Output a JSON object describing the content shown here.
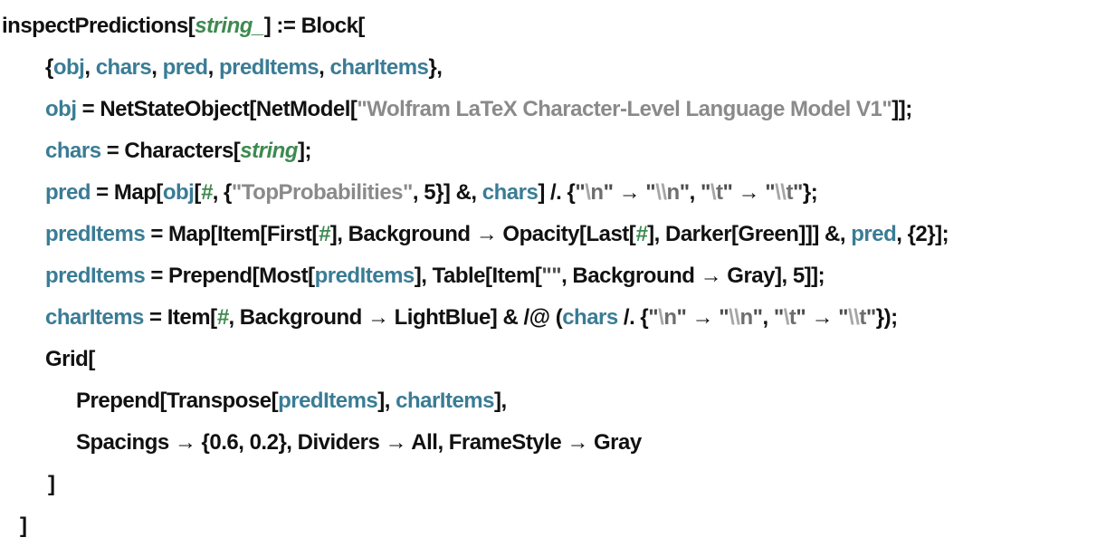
{
  "app": {
    "description": "Wolfram Language notebook input cell",
    "language": "Wolfram Language"
  },
  "colors": {
    "black": "#111111",
    "variable": "#3A7C95",
    "pattern": "#3E8A50",
    "slot": "#3E8A50",
    "string": "#8A8A8A",
    "string_quote": "#4D4D4D",
    "string_backslash": "#A6A6A6",
    "string_escape_char": "#6E6E6E",
    "background": "#FFFFFF"
  },
  "code": {
    "function_name": "inspectPredictions",
    "model_string": "Wolfram LaTeX Character-Level Language Model V1",
    "lines": [
      {
        "indent": 2,
        "tokens": [
          [
            "k",
            "inspectPredictions["
          ],
          [
            "p",
            "string_"
          ],
          [
            "k",
            "] := Block["
          ]
        ]
      },
      {
        "indent": 50,
        "tokens": [
          [
            "k",
            "{"
          ],
          [
            "v",
            "obj"
          ],
          [
            "k",
            ", "
          ],
          [
            "v",
            "chars"
          ],
          [
            "k",
            ", "
          ],
          [
            "v",
            "pred"
          ],
          [
            "k",
            ", "
          ],
          [
            "v",
            "predItems"
          ],
          [
            "k",
            ", "
          ],
          [
            "v",
            "charItems"
          ],
          [
            "k",
            "},"
          ]
        ]
      },
      {
        "indent": 50,
        "tokens": [
          [
            "v",
            "obj"
          ],
          [
            "k",
            " = NetStateObject[NetModel["
          ],
          [
            "s",
            "\"Wolfram LaTeX Character-Level Language Model V1\""
          ],
          [
            "k",
            "]];"
          ]
        ]
      },
      {
        "indent": 50,
        "tokens": [
          [
            "v",
            "chars"
          ],
          [
            "k",
            " = Characters["
          ],
          [
            "p",
            "string"
          ],
          [
            "k",
            "];"
          ]
        ]
      },
      {
        "indent": 50,
        "tokens": [
          [
            "v",
            "pred"
          ],
          [
            "k",
            " = Map["
          ],
          [
            "v",
            "obj"
          ],
          [
            "k",
            "["
          ],
          [
            "g",
            "#"
          ],
          [
            "k",
            ", {"
          ],
          [
            "s",
            "\"TopProbabilities\""
          ],
          [
            "k",
            ", 5}] &, "
          ],
          [
            "v",
            "chars"
          ],
          [
            "k",
            "] /. {"
          ],
          [
            "q",
            "\""
          ],
          [
            "e",
            "\\"
          ],
          [
            "sc",
            "n"
          ],
          [
            "q",
            "\""
          ],
          [
            "k",
            " → "
          ],
          [
            "q",
            "\""
          ],
          [
            "e",
            "\\\\"
          ],
          [
            "sc",
            "n"
          ],
          [
            "q",
            "\""
          ],
          [
            "k",
            ", "
          ],
          [
            "q",
            "\""
          ],
          [
            "e",
            "\\"
          ],
          [
            "sc",
            "t"
          ],
          [
            "q",
            "\""
          ],
          [
            "k",
            " → "
          ],
          [
            "q",
            "\""
          ],
          [
            "e",
            "\\\\"
          ],
          [
            "sc",
            "t"
          ],
          [
            "q",
            "\""
          ],
          [
            "k",
            "};"
          ]
        ]
      },
      {
        "indent": 50,
        "tokens": [
          [
            "v",
            "predItems"
          ],
          [
            "k",
            " = Map[Item[First["
          ],
          [
            "g",
            "#"
          ],
          [
            "k",
            "], Background → Opacity[Last["
          ],
          [
            "g",
            "#"
          ],
          [
            "k",
            "], Darker[Green]]] &, "
          ],
          [
            "v",
            "pred"
          ],
          [
            "k",
            ", {2}];"
          ]
        ]
      },
      {
        "indent": 50,
        "tokens": [
          [
            "v",
            "predItems"
          ],
          [
            "k",
            " = Prepend[Most["
          ],
          [
            "v",
            "predItems"
          ],
          [
            "k",
            "], Table[Item["
          ],
          [
            "q",
            "\"\""
          ],
          [
            "k",
            ", Background → Gray], 5]];"
          ]
        ]
      },
      {
        "indent": 50,
        "tokens": [
          [
            "v",
            "charItems"
          ],
          [
            "k",
            " = Item["
          ],
          [
            "g",
            "#"
          ],
          [
            "k",
            ", Background → LightBlue] & /@ ("
          ],
          [
            "v",
            "chars"
          ],
          [
            "k",
            " /. {"
          ],
          [
            "q",
            "\""
          ],
          [
            "e",
            "\\"
          ],
          [
            "sc",
            "n"
          ],
          [
            "q",
            "\""
          ],
          [
            "k",
            " → "
          ],
          [
            "q",
            "\""
          ],
          [
            "e",
            "\\\\"
          ],
          [
            "sc",
            "n"
          ],
          [
            "q",
            "\""
          ],
          [
            "k",
            ", "
          ],
          [
            "q",
            "\""
          ],
          [
            "e",
            "\\"
          ],
          [
            "sc",
            "t"
          ],
          [
            "q",
            "\""
          ],
          [
            "k",
            " → "
          ],
          [
            "q",
            "\""
          ],
          [
            "e",
            "\\\\"
          ],
          [
            "sc",
            "t"
          ],
          [
            "q",
            "\""
          ],
          [
            "k",
            "});"
          ]
        ]
      },
      {
        "indent": 50,
        "tokens": [
          [
            "k",
            "Grid["
          ]
        ]
      },
      {
        "indent": 84,
        "tokens": [
          [
            "k",
            "Prepend[Transpose["
          ],
          [
            "v",
            "predItems"
          ],
          [
            "k",
            "], "
          ],
          [
            "v",
            "charItems"
          ],
          [
            "k",
            "],"
          ]
        ]
      },
      {
        "indent": 84,
        "tokens": [
          [
            "k",
            "Spacings → {0.6, 0.2}, Dividers → All, FrameStyle → Gray"
          ]
        ]
      },
      {
        "indent": 53,
        "tokens": [
          [
            "k",
            "]"
          ]
        ]
      },
      {
        "indent": 22,
        "tokens": [
          [
            "k",
            "]"
          ]
        ]
      }
    ]
  }
}
